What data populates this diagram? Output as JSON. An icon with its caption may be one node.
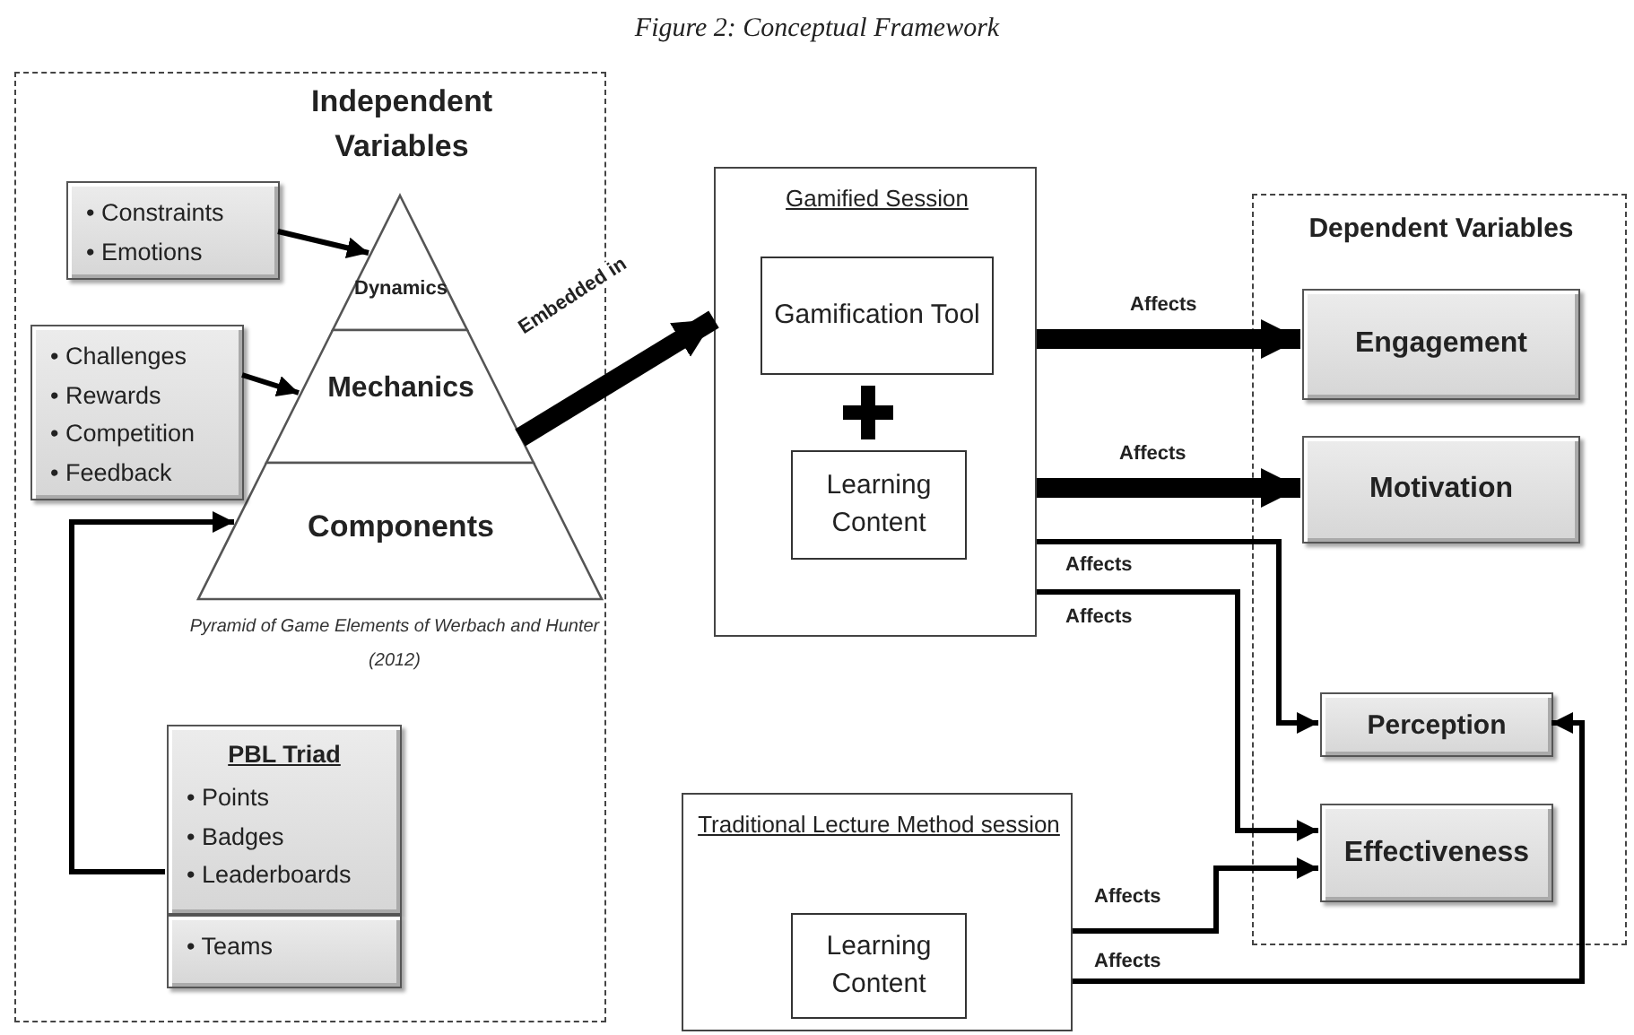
{
  "diagram": {
    "title": "Figure 2: Conceptual Framework",
    "nodes": [
      {
        "text": [
          "Independent Variables"
        ]
      },
      {
        "text": [
          "• Constraints",
          "• Emotions"
        ],
        "in": 0
      },
      {
        "text": [
          "Dynamics"
        ],
        "in": 0
      },
      {
        "text": [
          "Mechanics"
        ],
        "in": 0
      },
      {
        "text": [
          "Components"
        ],
        "in": 0
      },
      {
        "text": [
          "• Challenges",
          "• Rewards",
          "• Competition",
          "• Feedback"
        ],
        "in": 0
      },
      {
        "text": [
          "PBL Triad",
          "• Points",
          "• Badges",
          "• Leaderboards"
        ],
        "in": 0
      },
      {
        "text": [
          "• Teams"
        ],
        "in": 0
      },
      {
        "text": [
          "Gamified Session"
        ]
      },
      {
        "text": [
          "Gamification Tool"
        ],
        "in": 8
      },
      {
        "text": [
          "Learning Content"
        ],
        "in": 8
      },
      {
        "text": [
          "Dependent Variables"
        ]
      },
      {
        "text": [
          "Engagement"
        ],
        "in": 11
      },
      {
        "text": [
          "Motivation"
        ],
        "in": 11
      },
      {
        "text": [
          "Perception"
        ],
        "in": 11
      },
      {
        "text": [
          "Effectiveness"
        ],
        "in": 11
      },
      {
        "text": [
          "Traditional Lecture Method session"
        ]
      },
      {
        "text": [
          "Learning Content"
        ],
        "in": 16
      }
    ],
    "edges": [
      {
        "from": 1,
        "to": 2,
        "arrow": "to"
      },
      {
        "from": 5,
        "to": 3,
        "arrow": "to"
      },
      {
        "from": 6,
        "to": 4,
        "arrow": "to"
      },
      {
        "from": 3,
        "to": 8,
        "arrow": "to",
        "label": "Embedded in",
        "style": "thick"
      },
      {
        "from": 8,
        "to": 12,
        "arrow": "to",
        "label": "Affects",
        "style": "thick"
      },
      {
        "from": 8,
        "to": 13,
        "arrow": "to",
        "label": "Affects",
        "style": "thick"
      },
      {
        "from": 8,
        "to": 14,
        "arrow": "to",
        "label": "Affects"
      },
      {
        "from": 8,
        "to": 15,
        "arrow": "to",
        "label": "Affects"
      },
      {
        "from": 16,
        "to": 15,
        "arrow": "to",
        "label": "Affects"
      },
      {
        "from": 16,
        "to": 14,
        "arrow": "to",
        "label": "Affects"
      }
    ],
    "labels": [
      "Pyramid of Game Elements of Werbach and Hunter (2012)"
    ]
  }
}
